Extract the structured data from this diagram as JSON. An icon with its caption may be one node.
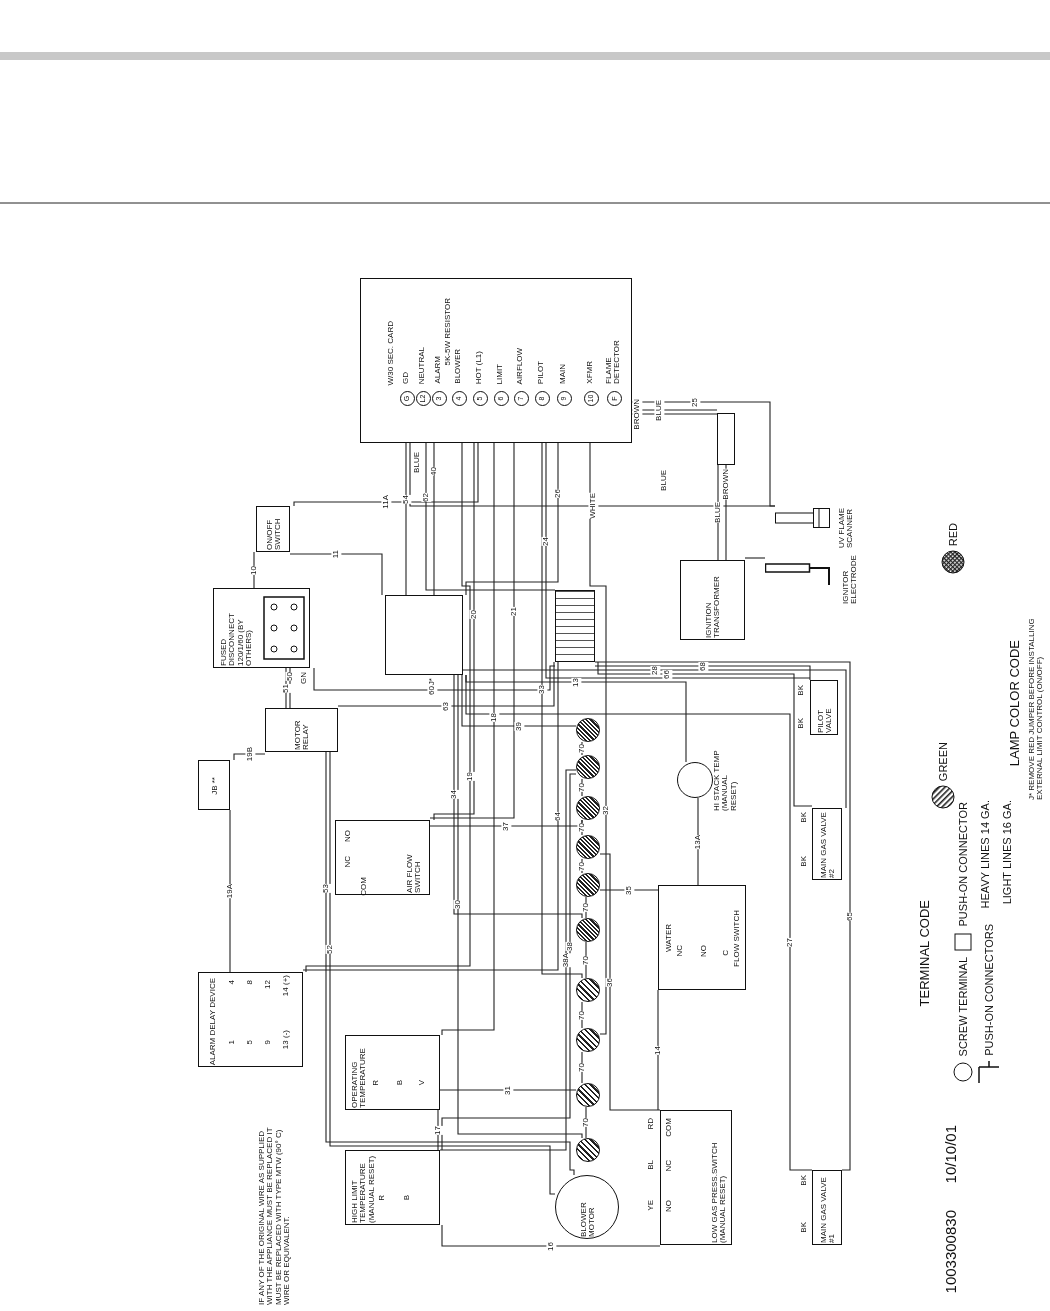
{
  "diagram": {
    "nodes": [
      {
        "text": [
          "W/30 SEC. CARD"
        ]
      },
      {
        "text": [
          "G"
        ],
        "in": 0,
        "beside": [
          "GD"
        ]
      },
      {
        "text": [
          "L2"
        ],
        "in": 0,
        "beside": [
          "NEUTRAL"
        ]
      },
      {
        "text": [
          "3"
        ],
        "in": 0,
        "beside": [
          "ALARM"
        ]
      },
      {
        "text": [
          "4"
        ],
        "in": 0,
        "beside": [
          "BLOWER"
        ]
      },
      {
        "text": [
          "5"
        ],
        "in": 0,
        "beside": [
          "HOT (L1)"
        ]
      },
      {
        "text": [
          "6"
        ],
        "in": 0,
        "beside": [
          "LIMIT"
        ]
      },
      {
        "text": [
          "7"
        ],
        "in": 0,
        "beside": [
          "AIRFLOW"
        ]
      },
      {
        "text": [
          "8"
        ],
        "in": 0,
        "beside": [
          "PILOT"
        ]
      },
      {
        "text": [
          "9"
        ],
        "in": 0,
        "beside": [
          "MAIN"
        ]
      },
      {
        "text": [
          "10"
        ],
        "in": 0,
        "beside": [
          "XFMR"
        ]
      },
      {
        "text": [
          "F"
        ],
        "in": 0,
        "beside": [
          "FLAME DETECTOR"
        ]
      },
      {
        "text": [],
        "shape": "box"
      },
      {
        "text": [],
        "shape": "picture",
        "beside": [
          "UV FLAME SCANNER"
        ]
      },
      {
        "text": [
          "IGNITION TRANSFORMER"
        ]
      },
      {
        "text": [],
        "shape": "picture",
        "beside": [
          "IGNITOR ELECTRODE"
        ]
      },
      {
        "text": [
          "ON/OFF SWITCH"
        ]
      },
      {
        "text": [
          "FUSED DISCONNECT 120/1/60 (BY OTHERS)"
        ]
      },
      {
        "text": [],
        "shape": "box"
      },
      {
        "text": [],
        "shape": "box"
      },
      {
        "text": [
          "MOTOR RELAY"
        ]
      },
      {
        "text": [
          "JB **"
        ]
      },
      {
        "text": [
          "AIR FLOW SWITCH"
        ]
      },
      {
        "text": [
          "ALARM DELAY DEVICE"
        ]
      },
      {
        "text": [
          "OPERATING TEMPERATURE"
        ]
      },
      {
        "text": [
          "HIGH LIMIT TEMPERATURE (MANUAL RESET)"
        ]
      },
      {
        "text": [
          "BLOWER MOTOR"
        ]
      },
      {
        "text": [],
        "shape": "circle"
      },
      {
        "text": [],
        "shape": "circle"
      },
      {
        "text": [],
        "shape": "circle"
      },
      {
        "text": [],
        "shape": "circle"
      },
      {
        "text": [],
        "shape": "circle"
      },
      {
        "text": [],
        "shape": "circle"
      },
      {
        "text": [],
        "shape": "circle"
      },
      {
        "text": [],
        "shape": "circle"
      },
      {
        "text": [],
        "shape": "circle"
      },
      {
        "text": [],
        "shape": "circle"
      },
      {
        "text": [],
        "shape": "circle",
        "beside": [
          "HI STACK TEMP (MANUAL RESET)"
        ]
      },
      {
        "text": [
          "WATER",
          "FLOW SWITCH"
        ]
      },
      {
        "text": [
          "PILOT VALVE"
        ]
      },
      {
        "text": [
          "MAIN GAS VALVE #2"
        ]
      },
      {
        "text": [
          "LOW GAS PRESS.SWITCH (MANUAL RESET)"
        ]
      },
      {
        "text": [
          "MAIN GAS VALVE #1"
        ]
      }
    ],
    "edges": [
      {
        "from": 1,
        "to": 18,
        "arrow": "none",
        "label": "54"
      },
      {
        "from": 2,
        "to": 19,
        "arrow": "none",
        "label": "62"
      },
      {
        "from": 2,
        "to": 12,
        "arrow": "none",
        "label": "BLUE"
      },
      {
        "from": 3,
        "to": 18,
        "arrow": "none",
        "label": "40"
      },
      {
        "from": 4,
        "to": 23,
        "arrow": "none",
        "label": "19"
      },
      {
        "from": 4,
        "to": 22,
        "arrow": "none",
        "label": "20"
      },
      {
        "from": 5,
        "to": 16,
        "arrow": "none",
        "label": "11A"
      },
      {
        "from": 6,
        "to": 24,
        "arrow": "none",
        "label": "18"
      },
      {
        "from": 7,
        "to": 22,
        "arrow": "none",
        "label": "21"
      },
      {
        "from": 8,
        "to": 39,
        "arrow": "none",
        "label": "24"
      },
      {
        "from": 8,
        "to": 33,
        "arrow": "none",
        "label": "33"
      },
      {
        "from": 9,
        "to": 18,
        "arrow": "none",
        "label": "26"
      },
      {
        "from": 10,
        "to": 12,
        "arrow": "none",
        "label": "BROWN"
      },
      {
        "from": 10,
        "to": 34,
        "arrow": "none",
        "label": "32"
      },
      {
        "from": 11,
        "to": 13,
        "arrow": "none",
        "label": "25"
      },
      {
        "from": 13,
        "to": 1,
        "arrow": "none",
        "label": "WHITE"
      },
      {
        "from": 12,
        "to": 14,
        "arrow": "none",
        "label": "BLUE"
      },
      {
        "from": 12,
        "to": 14,
        "arrow": "none",
        "label": "BROWN"
      },
      {
        "from": 14,
        "to": 15,
        "arrow": "none"
      },
      {
        "from": 17,
        "to": 16,
        "arrow": "none",
        "label": "10"
      },
      {
        "from": 16,
        "to": 18,
        "arrow": "none",
        "label": "11"
      },
      {
        "from": 17,
        "to": 19,
        "arrow": "none",
        "label": "60"
      },
      {
        "from": 17,
        "to": 20,
        "arrow": "none",
        "label": "51"
      },
      {
        "from": 17,
        "to": 20,
        "arrow": "none",
        "label": "50"
      },
      {
        "from": 20,
        "to": 21,
        "arrow": "none",
        "label": "19B"
      },
      {
        "from": 21,
        "to": 23,
        "arrow": "none",
        "label": "19A"
      },
      {
        "from": 20,
        "to": 26,
        "arrow": "none",
        "label": "52"
      },
      {
        "from": 20,
        "to": 26,
        "arrow": "none",
        "label": "53"
      },
      {
        "from": 20,
        "to": 19,
        "arrow": "none",
        "label": "63"
      },
      {
        "from": 22,
        "to": 29,
        "arrow": "none",
        "label": "37"
      },
      {
        "from": 37,
        "to": 18,
        "arrow": "none",
        "label": "13"
      },
      {
        "from": 37,
        "to": 38,
        "arrow": "none",
        "label": "13A"
      },
      {
        "from": 38,
        "to": 31,
        "arrow": "none",
        "label": "35"
      },
      {
        "from": 38,
        "to": 41,
        "arrow": "none",
        "label": "14"
      },
      {
        "from": 41,
        "to": 30,
        "arrow": "none",
        "label": "36"
      },
      {
        "from": 41,
        "to": 25,
        "arrow": "none",
        "label": "16"
      },
      {
        "from": 25,
        "to": 28,
        "arrow": "none",
        "label": "38"
      },
      {
        "from": 25,
        "to": 28,
        "arrow": "none",
        "label": "38A"
      },
      {
        "from": 25,
        "to": 24,
        "arrow": "none",
        "label": "17"
      },
      {
        "from": 24,
        "to": 35,
        "arrow": "none",
        "label": "31"
      },
      {
        "from": 19,
        "to": 39,
        "arrow": "none",
        "label": "68"
      },
      {
        "from": 19,
        "to": 40,
        "arrow": "none",
        "label": "66"
      },
      {
        "from": 19,
        "to": 42,
        "arrow": "none",
        "label": "65"
      },
      {
        "from": 18,
        "to": 42,
        "arrow": "none",
        "label": "27"
      },
      {
        "from": 18,
        "to": 40,
        "arrow": "none",
        "label": "28"
      },
      {
        "from": 18,
        "to": 27,
        "arrow": "none",
        "label": "39"
      },
      {
        "from": 18,
        "to": 36,
        "arrow": "none",
        "label": "30"
      },
      {
        "from": 18,
        "to": 32,
        "arrow": "none",
        "label": "34"
      },
      {
        "from": 23,
        "to": 19,
        "arrow": "none",
        "label": "64"
      },
      {
        "from": 27,
        "to": 28,
        "arrow": "none",
        "label": "70"
      },
      {
        "from": 28,
        "to": 29,
        "arrow": "none",
        "label": "70"
      },
      {
        "from": 29,
        "to": 30,
        "arrow": "none",
        "label": "70"
      },
      {
        "from": 30,
        "to": 31,
        "arrow": "none",
        "label": "70"
      },
      {
        "from": 31,
        "to": 32,
        "arrow": "none",
        "label": "70"
      },
      {
        "from": 32,
        "to": 33,
        "arrow": "none",
        "label": "70"
      },
      {
        "from": 33,
        "to": 34,
        "arrow": "none",
        "label": "70"
      },
      {
        "from": 34,
        "to": 35,
        "arrow": "none",
        "label": "70"
      },
      {
        "from": 35,
        "to": 36,
        "arrow": "none",
        "label": "70"
      }
    ],
    "labels": [
      "5K-5W RESISTOR",
      "BLUE",
      "BLUE",
      "GN",
      "NO",
      "NC",
      "COM",
      "1",
      "5",
      "9",
      "13 (-)",
      "4",
      "8",
      "12",
      "14 (+)",
      "R",
      "B",
      "V",
      "R",
      "B",
      "NC",
      "NO",
      "C",
      "COM",
      "NC",
      "NO",
      "RD",
      "BL",
      "YE",
      "BK",
      "BK",
      "BK",
      "BK",
      "BK",
      "BK",
      "IF ANY OF THE ORIGINAL WIRE AS SUPPLIED WITH THE APPLIANCE MUST BE REPLACED IT MUST BE REPLACED WITH TYPE MTW (90° C) WIRE OR EQUIVALENT.",
      "TERMINAL CODE",
      "HEAVY LINES 14 GA.",
      "LIGHT LINES 16 GA.",
      "LAMP COLOR CODE",
      "J* REMOVE RED JUMPER BEFORE INSTALLING EXTERNAL LIMIT CONTROL (ON/OFF)",
      "1003300830",
      "10/10/01",
      "J*"
    ],
    "legend": [
      {
        "text": "SCREW TERMINAL"
      },
      {
        "text": "PUSH-ON CONNECTOR"
      },
      {
        "text": "PUSH-ON CONNECTORS"
      },
      {
        "text": "GREEN"
      },
      {
        "text": "RED"
      }
    ]
  }
}
